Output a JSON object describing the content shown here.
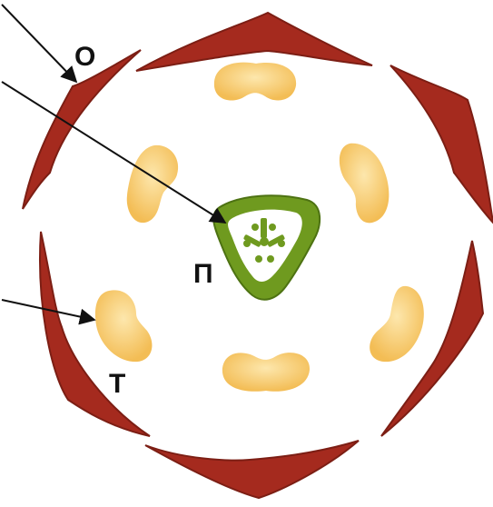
{
  "labels": {
    "perianth": "О",
    "pistil": "П",
    "stamen": "Т"
  },
  "colors": {
    "tepal_fill": "#a52a1e",
    "tepal_stroke": "#7c1e14",
    "stamen_fill": "#f6c76a",
    "stamen_highlight": "#fde7ad",
    "pistil_fill": "#6f9a1f",
    "pistil_stroke": "#4d7212",
    "arrow": "#111111"
  },
  "counts": {
    "tepals": 6,
    "stamens": 6,
    "carpels": 3
  }
}
